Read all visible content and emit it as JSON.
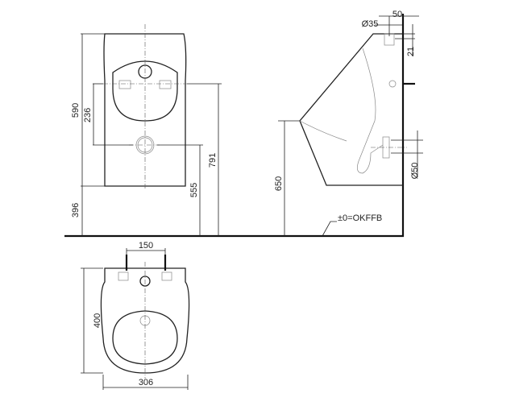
{
  "drawing": {
    "front_view": {
      "dims": {
        "height": "590",
        "fixing_to_outlet": "236",
        "bottom_to_floor": "396",
        "outlet_height": "555",
        "fixing_height": "791"
      }
    },
    "side_view": {
      "dims": {
        "offset": "50",
        "inlet_diameter": "Ø35",
        "inlet_drop": "21",
        "outlet_diameter": "Ø50",
        "rim_height": "650"
      },
      "floor_label": "±0=OKFFB"
    },
    "top_view": {
      "dims": {
        "fixing_spacing": "150",
        "depth": "400",
        "width": "306"
      }
    }
  }
}
